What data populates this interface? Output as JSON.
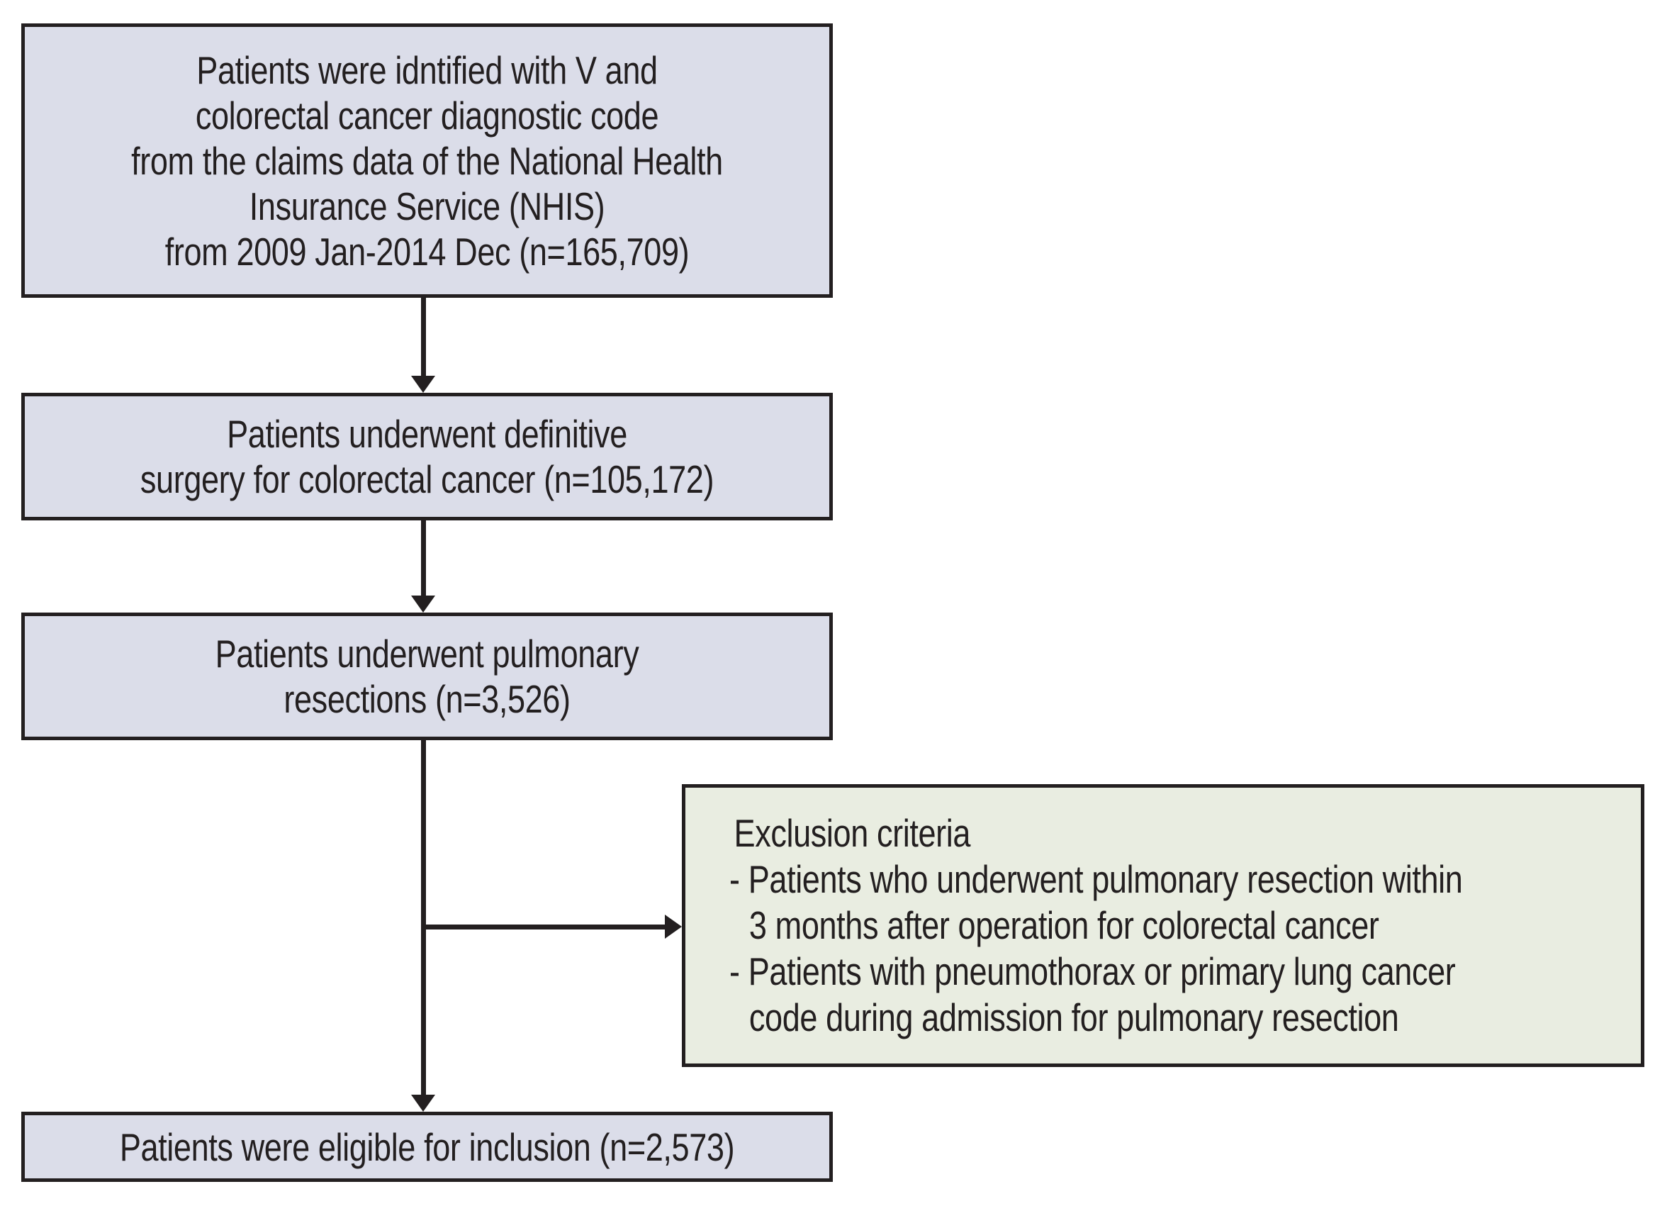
{
  "colors": {
    "background": "#ffffff",
    "box_fill": "#dbdde9",
    "exclusion_fill": "#e9ede1",
    "ink": "#231f20"
  },
  "boxes": {
    "identification": {
      "lines": [
        "Patients were idntified with V and",
        "colorectal cancer diagnostic code",
        "from the claims data of the National Health",
        "Insurance Service (NHIS)",
        "from 2009 Jan-2014 Dec (n=165,709)"
      ],
      "n": "165,709"
    },
    "surgery": {
      "lines": [
        "Patients underwent definitive",
        "surgery for colorectal cancer (n=105,172)"
      ],
      "n": "105,172"
    },
    "pulmonary": {
      "lines": [
        "Patients underwent pulmonary",
        "resections (n=3,526)"
      ],
      "n": "3,526"
    },
    "exclusion": {
      "lines": [
        "Exclusion criteria",
        "- Patients who underwent pulmonary resection within",
        "3 months after operation for colorectal cancer",
        "- Patients with pneumothorax or primary lung cancer",
        "code during admission for pulmonary resection"
      ]
    },
    "eligible": {
      "lines": [
        "Patients were eligible for inclusion (n=2,573)"
      ],
      "n": "2,573"
    }
  }
}
